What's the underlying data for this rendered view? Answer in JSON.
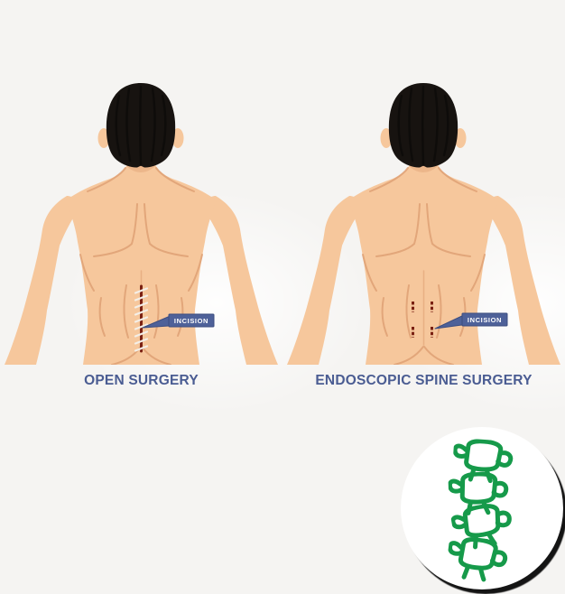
{
  "figures": [
    {
      "caption": "OPEN SURGERY",
      "incision_label": "INCISION"
    },
    {
      "caption": "ENDOSCOPIC SPINE SURGERY",
      "incision_label": "INCISION"
    }
  ],
  "spine_icon": {
    "name": "lumbar-vertebrae-icon",
    "vertebra_count": 4
  },
  "colors": {
    "page_bg": "#f5f4f2",
    "skin": "#f6c79c",
    "skin_shade": "#dfa175",
    "hair": "#171310",
    "incision_red": "#7a2012",
    "stitch_white": "#f4efe7",
    "label_bg": "#4e6199",
    "label_border": "#3c4d80",
    "label_text": "#ffffff",
    "caption_text": "#4a5c92",
    "vertebra_green": "#169a4a",
    "circle_bg": "#ffffff",
    "circle_shadow": "#141414"
  }
}
